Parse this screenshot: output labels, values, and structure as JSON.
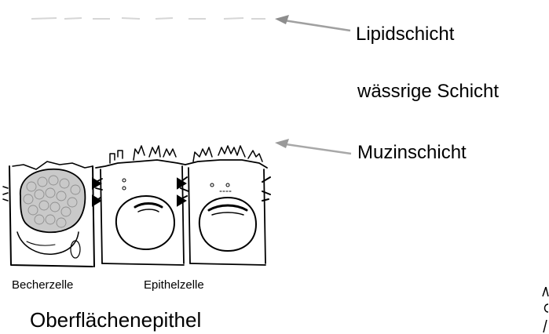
{
  "layers": {
    "lipid_label": "Lipidschicht",
    "water_label": "wässrige Schicht",
    "mucin_label": "Muzinschicht"
  },
  "cells": {
    "goblet_label": "Becherzelle",
    "epithelial_label": "Epithelzelle"
  },
  "caption": "Oberflächenepithel",
  "colors": {
    "ink": "#000000",
    "arrow": "#9a9a9a",
    "faint_line": "#d8d8d8",
    "granules": "#b5b5b5"
  }
}
